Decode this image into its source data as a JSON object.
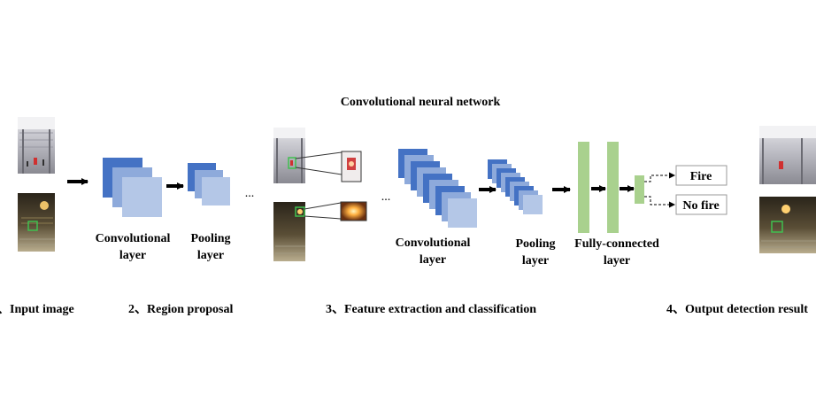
{
  "title": "Convolutional neural network",
  "ellipsis": "...",
  "stages": {
    "input": "、Input image",
    "region": "2、Region proposal",
    "feature": "3、Feature extraction and classification",
    "output": "4、Output detection result"
  },
  "labels": {
    "conv1_a": "Convolutional",
    "conv1_b": "layer",
    "pool1_a": "Pooling",
    "pool1_b": "layer",
    "conv2_a": "Convolutional",
    "conv2_b": "layer",
    "pool2_a": "Pooling",
    "pool2_b": "layer",
    "fc_a": "Fully-connected",
    "fc_b": "layer"
  },
  "outputs": {
    "fire": "Fire",
    "no_fire": "No fire"
  },
  "colors": {
    "layer_dark": "#4472c4",
    "layer_mid": "#8eaadb",
    "layer_light": "#b4c7e7",
    "fc_green": "#a9d18e",
    "arrow": "#000000"
  }
}
